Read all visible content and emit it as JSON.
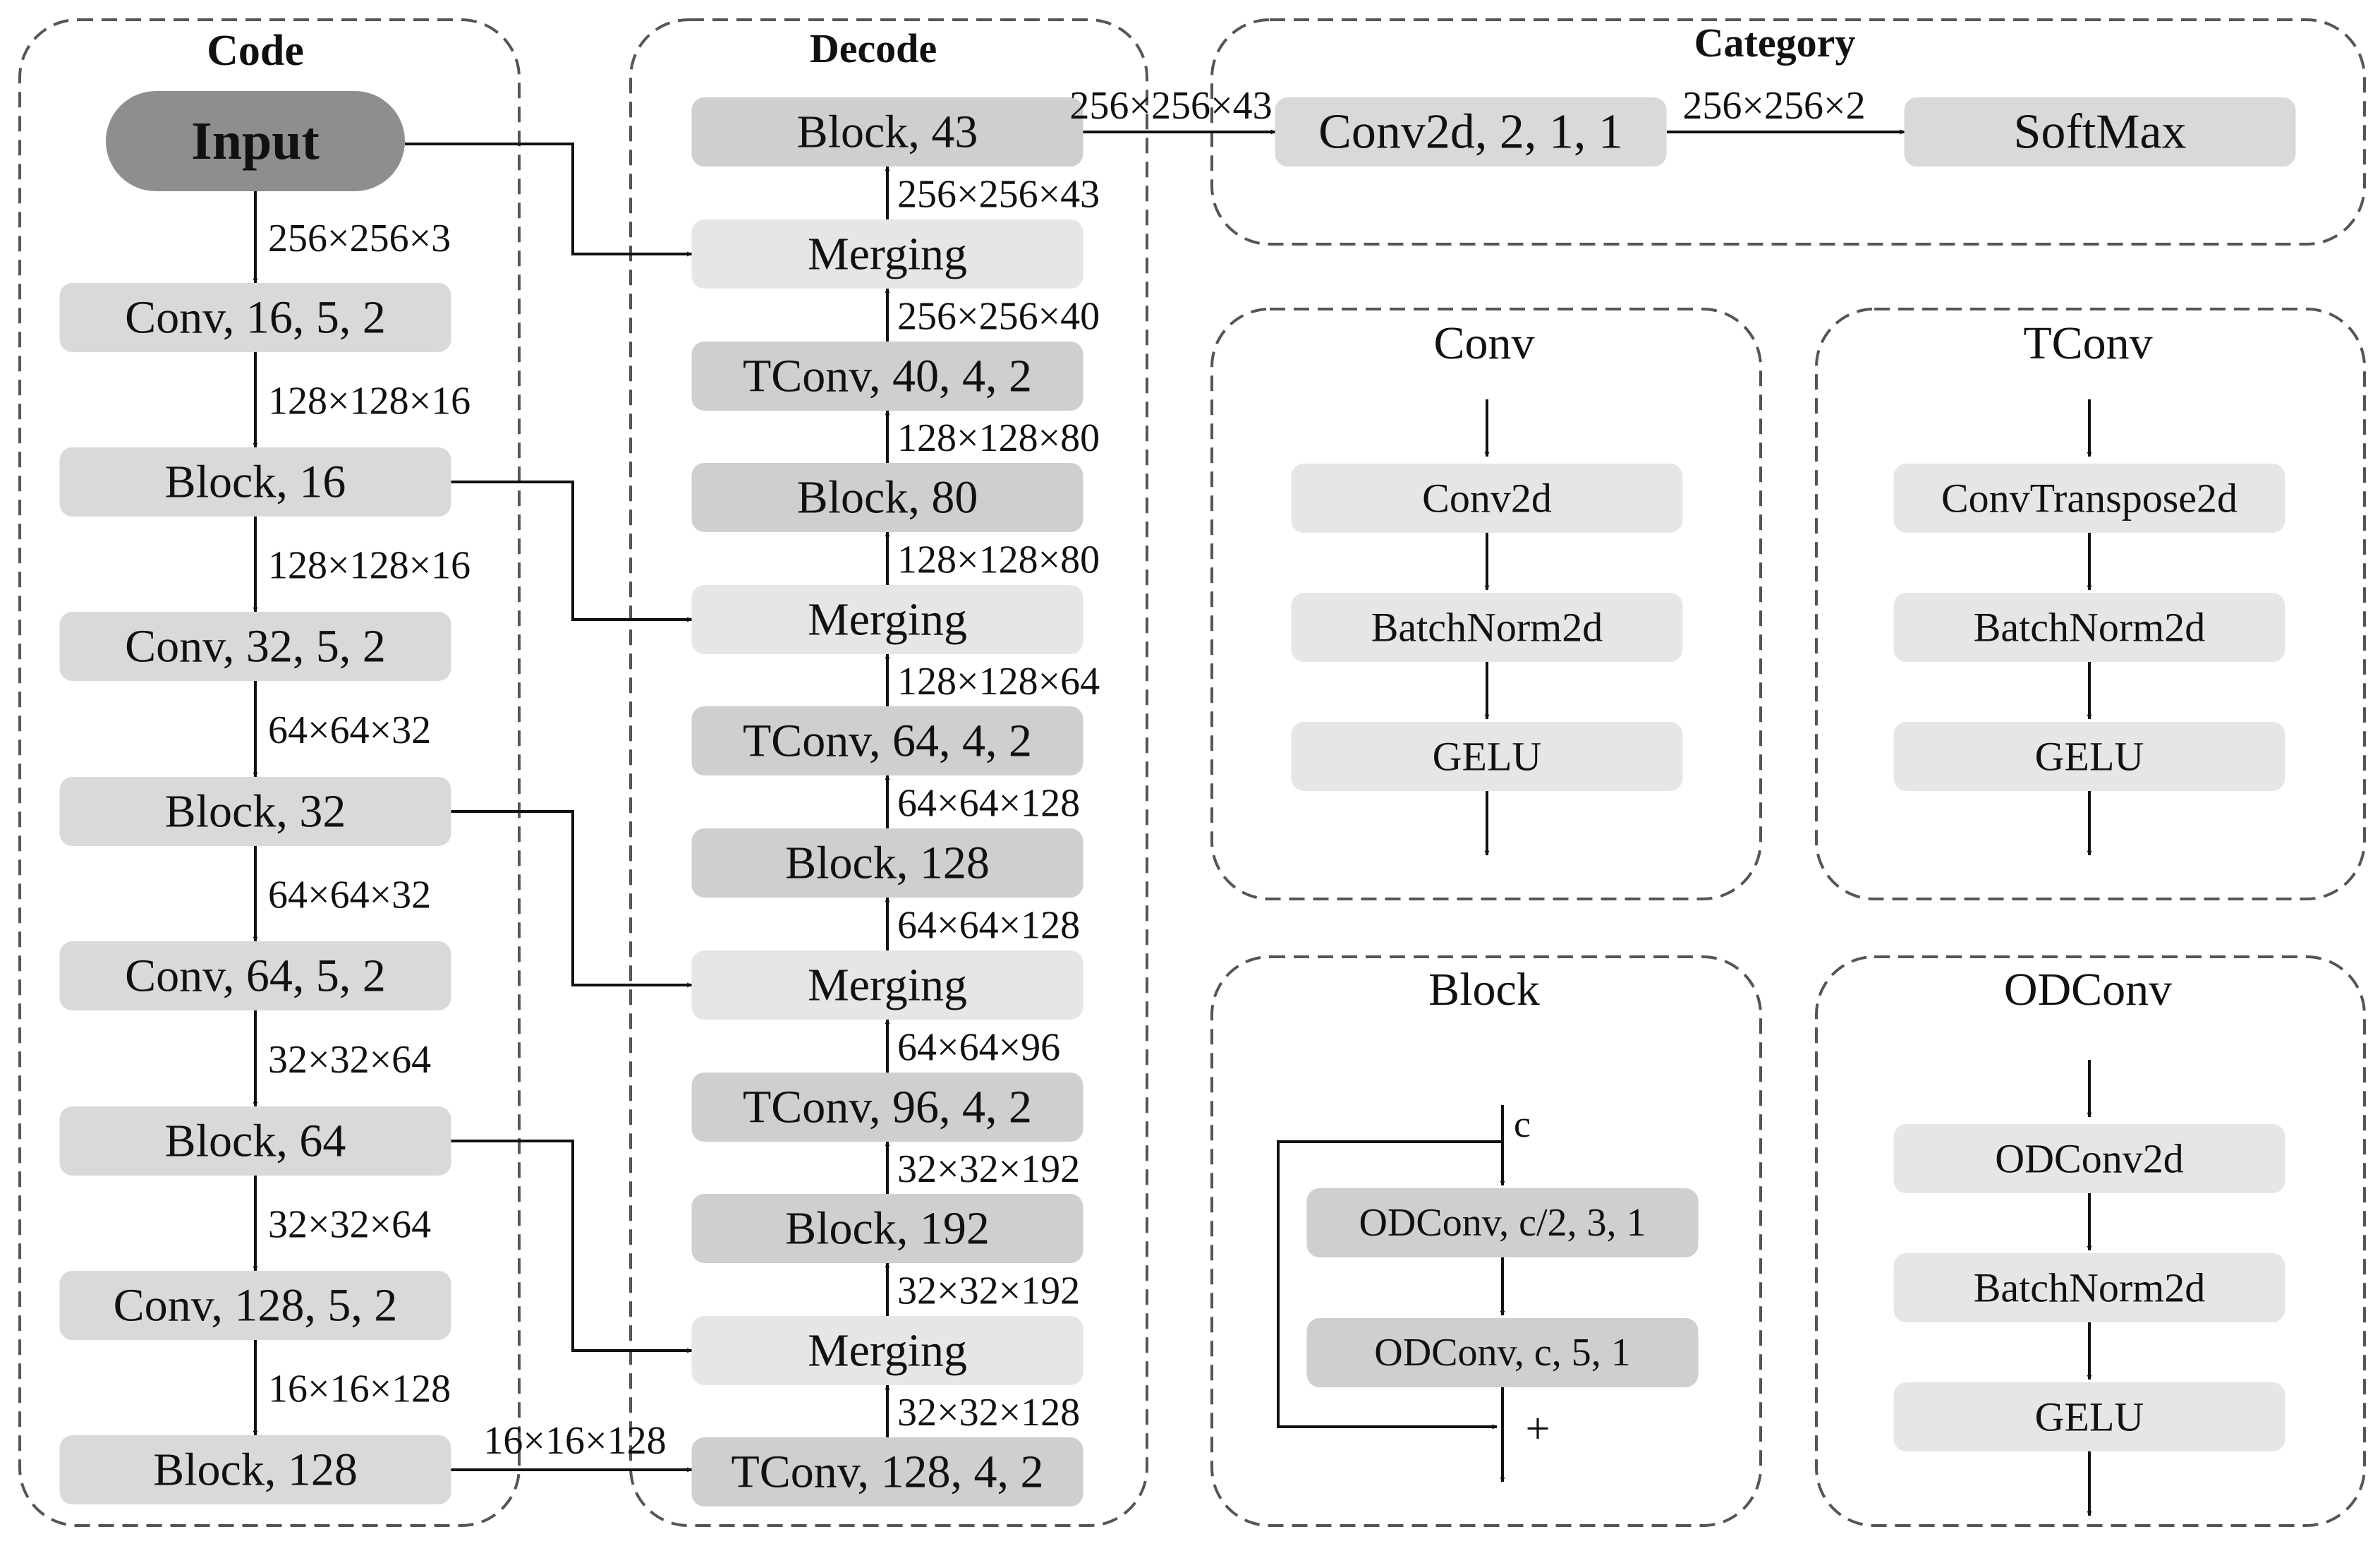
{
  "colors": {
    "input_fill": "#8e8e8e",
    "dark_fill": "#cfcfcf",
    "mid_fill": "#d9d9d9",
    "light_fill": "#e6e6e6",
    "line": "#111111",
    "group_border": "#555555"
  },
  "groups": {
    "code": "Code",
    "decode": "Decode",
    "category": "Category",
    "conv": "Conv",
    "tconv": "TConv",
    "block": "Block",
    "odconv": "ODConv"
  },
  "code_nodes": [
    {
      "id": "input",
      "label": "Input"
    },
    {
      "id": "c_conv16",
      "label": "Conv, 16, 5, 2"
    },
    {
      "id": "c_block16",
      "label": "Block, 16"
    },
    {
      "id": "c_conv32",
      "label": "Conv, 32, 5, 2"
    },
    {
      "id": "c_block32",
      "label": "Block, 32"
    },
    {
      "id": "c_conv64",
      "label": "Conv, 64, 5, 2"
    },
    {
      "id": "c_block64",
      "label": "Block, 64"
    },
    {
      "id": "c_conv128",
      "label": "Conv, 128, 5, 2"
    },
    {
      "id": "c_block128",
      "label": "Block, 128"
    }
  ],
  "code_dims": [
    "256×256×3",
    "128×128×16",
    "128×128×16",
    "64×64×32",
    "64×64×32",
    "32×32×64",
    "32×32×64",
    "16×16×128"
  ],
  "decode_nodes": [
    {
      "id": "d_block43",
      "label": "Block, 43"
    },
    {
      "id": "d_merge1",
      "label": "Merging"
    },
    {
      "id": "d_tconv40",
      "label": "TConv, 40, 4, 2"
    },
    {
      "id": "d_block80",
      "label": "Block, 80"
    },
    {
      "id": "d_merge2",
      "label": "Merging"
    },
    {
      "id": "d_tconv64",
      "label": "TConv, 64, 4, 2"
    },
    {
      "id": "d_block128",
      "label": "Block, 128"
    },
    {
      "id": "d_merge3",
      "label": "Merging"
    },
    {
      "id": "d_tconv96",
      "label": "TConv, 96, 4, 2"
    },
    {
      "id": "d_block192",
      "label": "Block, 192"
    },
    {
      "id": "d_merge4",
      "label": "Merging"
    },
    {
      "id": "d_tconv128",
      "label": "TConv, 128, 4, 2"
    }
  ],
  "decode_dims": [
    "256×256×43",
    "256×256×40",
    "128×128×80",
    "128×128×80",
    "128×128×64",
    "64×64×128",
    "64×64×128",
    "64×64×96",
    "32×32×192",
    "32×32×192",
    "32×32×128"
  ],
  "code_to_decode_dim": "16×16×128",
  "category": {
    "conv": "Conv2d, 2, 1, 1",
    "softmax": "SoftMax",
    "dim_in": "256×256×43",
    "dim_mid": "256×256×2"
  },
  "conv_module": [
    "Conv2d",
    "BatchNorm2d",
    "GELU"
  ],
  "tconv_module": [
    "ConvTranspose2d",
    "BatchNorm2d",
    "GELU"
  ],
  "block_module": {
    "input": "c",
    "layers": [
      "ODConv, c/2, 3, 1",
      "ODConv, c, 5, 1"
    ],
    "add": "+"
  },
  "odconv_module": [
    "ODConv2d",
    "BatchNorm2d",
    "GELU"
  ]
}
